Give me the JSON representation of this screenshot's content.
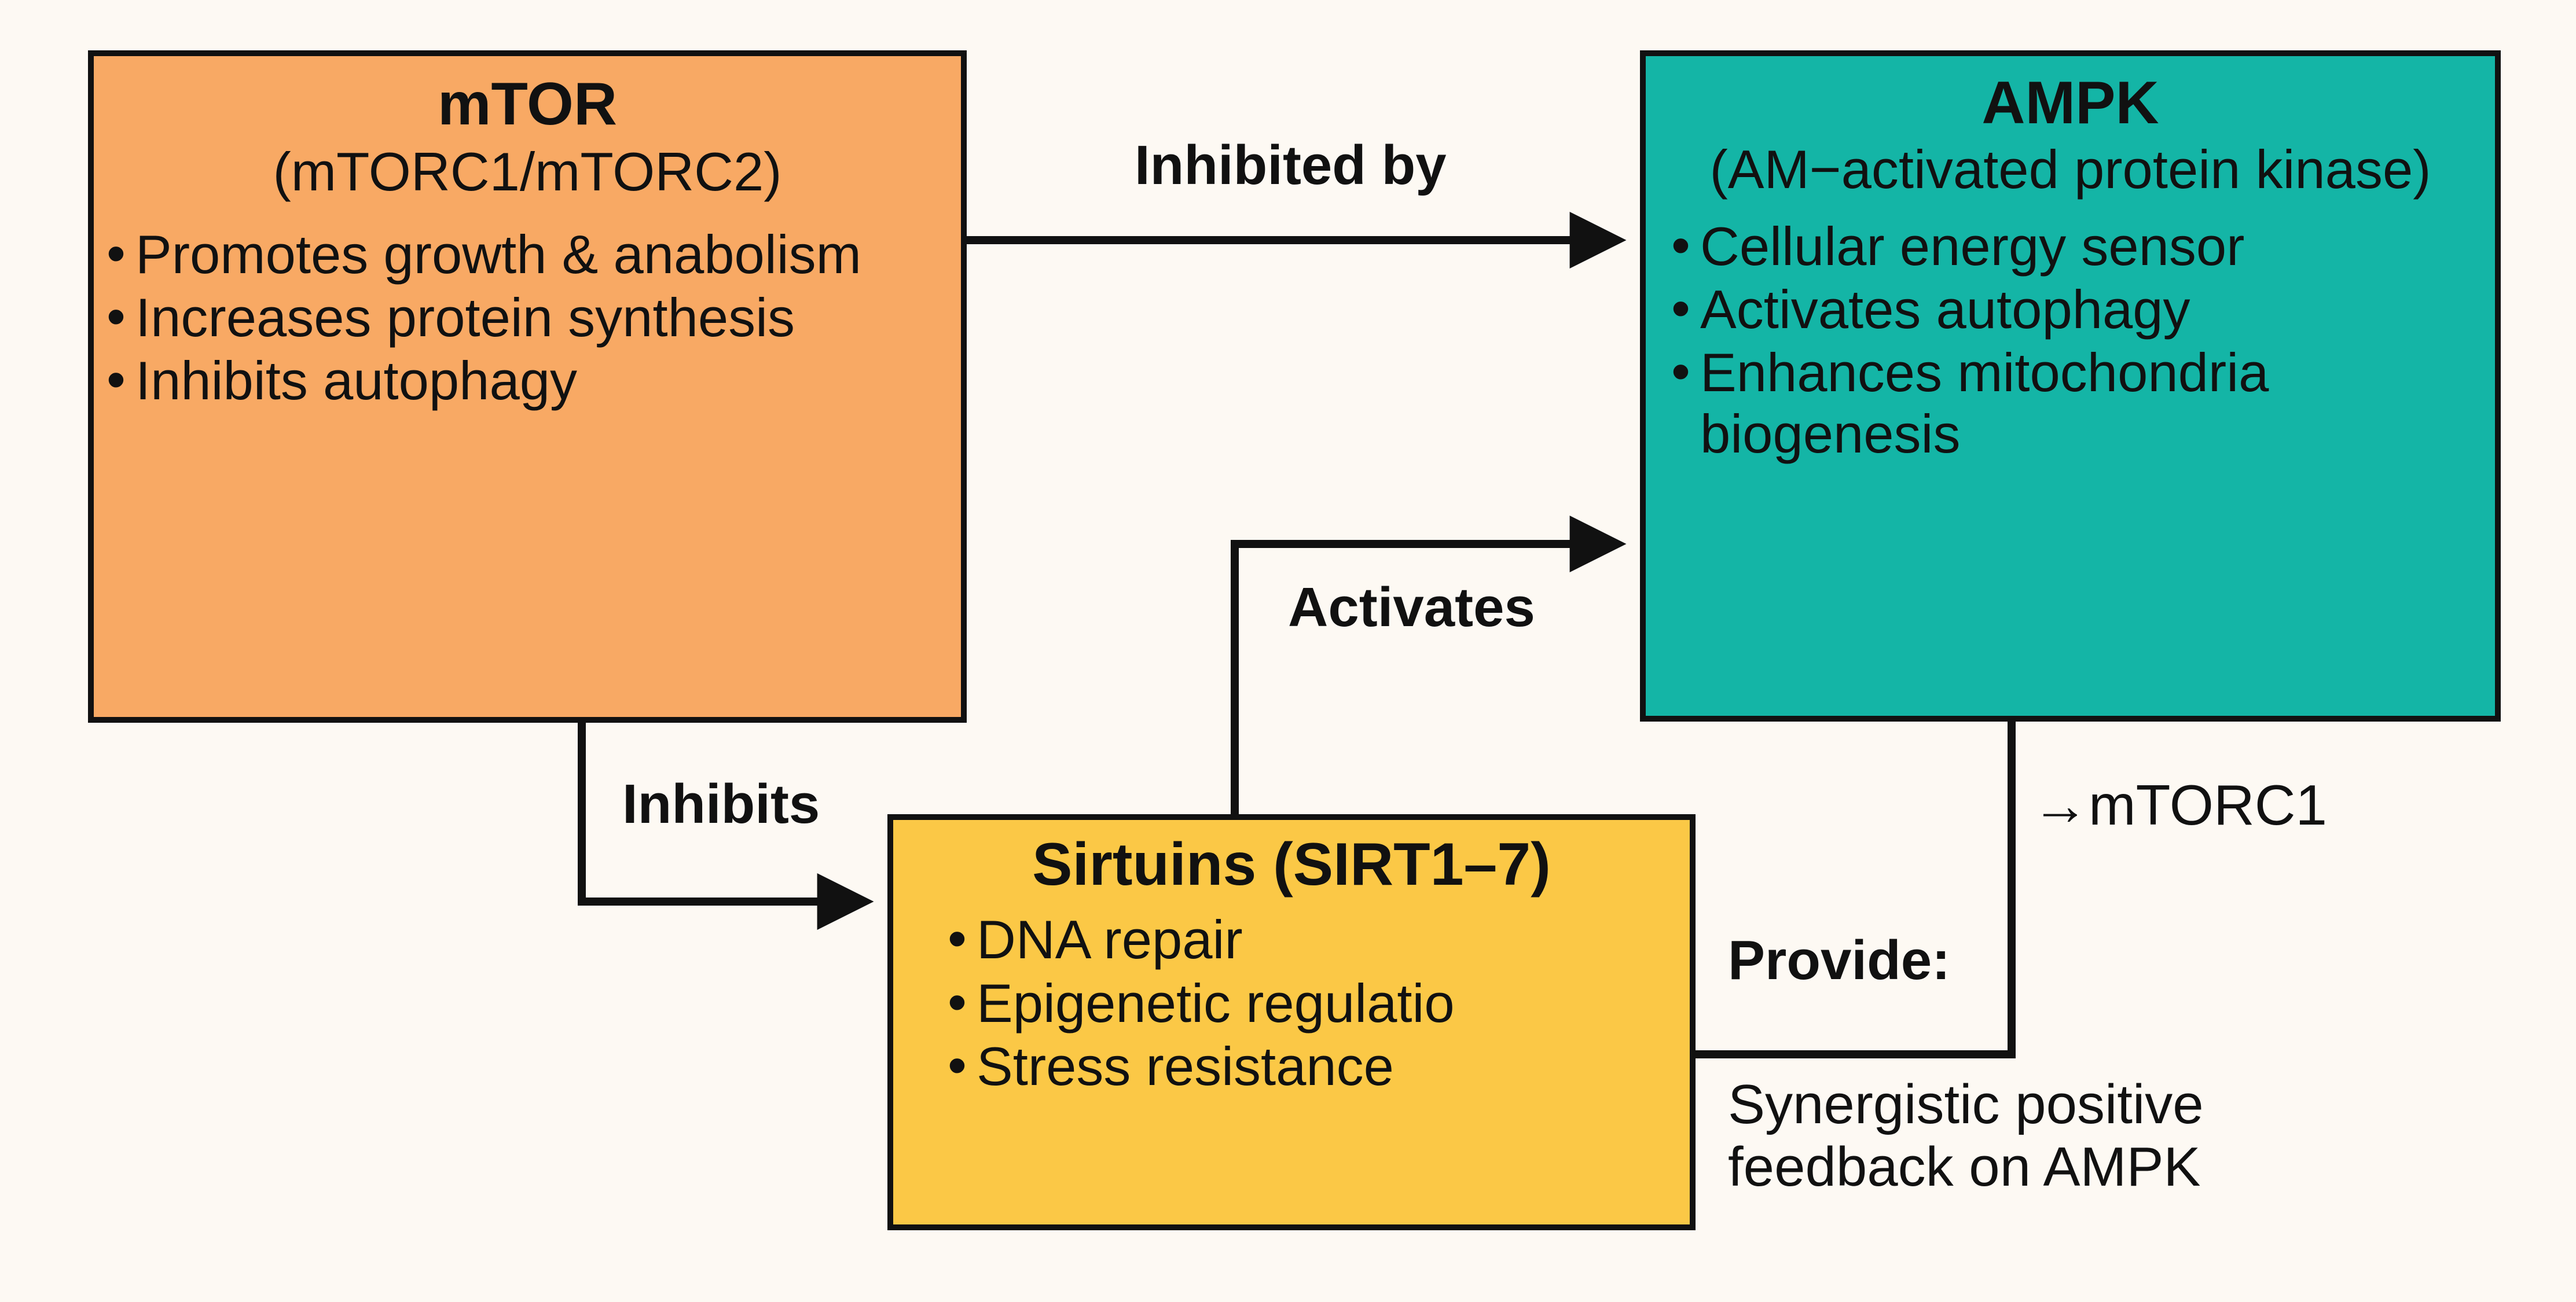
{
  "diagram": {
    "background_color": "#fdf9f3",
    "nodes": [
      {
        "id": "mtor",
        "title": "mTOR",
        "subtitle": "(mTORC1/mTORC2)",
        "color": "#f8a964",
        "bullets": [
          "Promotes growth & anabolism",
          "Increases protein synthesis",
          "Inhibits autophagy"
        ]
      },
      {
        "id": "ampk",
        "title": "AMPK",
        "subtitle": "(AM−activated protein kinase)",
        "color": "#14b5a6",
        "bullets": [
          "Cellular energy sensor",
          "Activates autophagy",
          "Enhances mitochondria biogenesis"
        ]
      },
      {
        "id": "sirtuins",
        "title": "Sirtuins (SIRT1–7)",
        "subtitle": "",
        "color": "#fbc846",
        "bullets": [
          "DNA repair",
          "Epigenetic regulatio",
          "Stress resistance"
        ]
      }
    ],
    "edges": [
      {
        "id": "mtor-to-ampk",
        "label": "Inhibited by",
        "from": "mtor",
        "to": "ampk",
        "arrow": true
      },
      {
        "id": "sirtuins-to-ampk",
        "label": "Activates",
        "from": "sirtuins",
        "to": "ampk",
        "arrow": true
      },
      {
        "id": "mtor-to-sirtuins",
        "label": "Inhibits",
        "from": "mtor",
        "to": "sirtuins",
        "arrow": true
      },
      {
        "id": "ampk-to-sirtuins",
        "label": "Provide:",
        "from": "ampk",
        "to": "sirtuins",
        "arrow": false
      }
    ],
    "annotations": [
      {
        "id": "mtorc1-target",
        "text": "→mTORC1"
      },
      {
        "id": "feedback-note",
        "text": "Synergistic positive feedback on AMPK"
      }
    ]
  }
}
